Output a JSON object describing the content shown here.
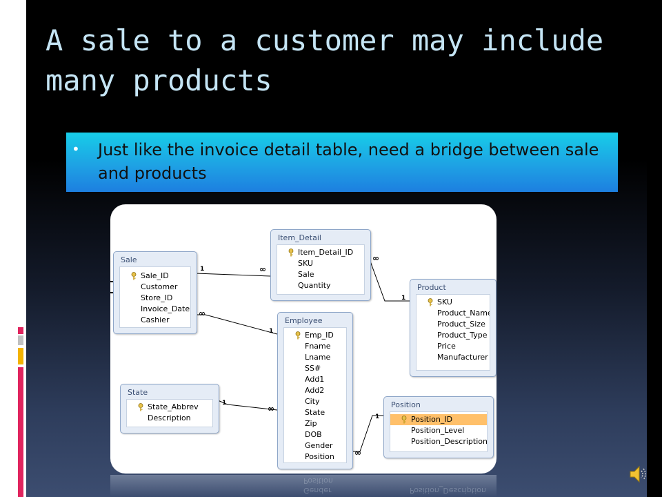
{
  "slide": {
    "title": "A sale to a customer may include many products",
    "bullets": [
      "Just like the invoice detail table, need a bridge between sale and products"
    ]
  },
  "colors": {
    "title_text": "#c5e5f5",
    "bullet_box": "#1e9fe4",
    "accent_red": "#e0245e",
    "accent_gray": "#c0c0c0",
    "accent_yellow": "#f3b300",
    "table_header": "#e5ecf6",
    "primary_key_selected": "#ffc06a"
  },
  "icons": [
    "key-icon",
    "speaker-icon"
  ],
  "diagram": {
    "tables": [
      {
        "name": "Sale",
        "fields": [
          "Sale_ID",
          "Customer",
          "Store_ID",
          "Invoice_Date",
          "Cashier"
        ],
        "primary_key": "Sale_ID"
      },
      {
        "name": "Item_Detail",
        "fields": [
          "Item_Detail_ID",
          "SKU",
          "Sale",
          "Quantity"
        ],
        "primary_key": "Item_Detail_ID"
      },
      {
        "name": "Product",
        "fields": [
          "SKU",
          "Product_Name",
          "Product_Size",
          "Product_Type",
          "Price",
          "Manufacturer"
        ],
        "primary_key": "SKU"
      },
      {
        "name": "Employee",
        "fields": [
          "Emp_ID",
          "Fname",
          "Lname",
          "SS#",
          "Add1",
          "Add2",
          "City",
          "State",
          "Zip",
          "DOB",
          "Gender",
          "Position"
        ],
        "primary_key": "Emp_ID"
      },
      {
        "name": "State",
        "fields": [
          "State_Abbrev",
          "Description"
        ],
        "primary_key": "State_Abbrev"
      },
      {
        "name": "Position",
        "fields": [
          "Position_ID",
          "Position_Level",
          "Position_Description"
        ],
        "primary_key": "Position_ID",
        "selected_field": "Position_ID"
      }
    ],
    "relationships": [
      {
        "from": "Sale",
        "from_card": "1",
        "to": "Item_Detail",
        "to_card": "∞"
      },
      {
        "from": "Product",
        "from_card": "1",
        "to": "Item_Detail",
        "to_card": "∞"
      },
      {
        "from": "Employee",
        "from_card": "1",
        "to": "Sale",
        "to_card": "∞"
      },
      {
        "from": "State",
        "from_card": "1",
        "to": "Employee",
        "to_card": "∞"
      },
      {
        "from": "Position",
        "from_card": "1",
        "to": "Employee",
        "to_card": "∞"
      }
    ]
  }
}
